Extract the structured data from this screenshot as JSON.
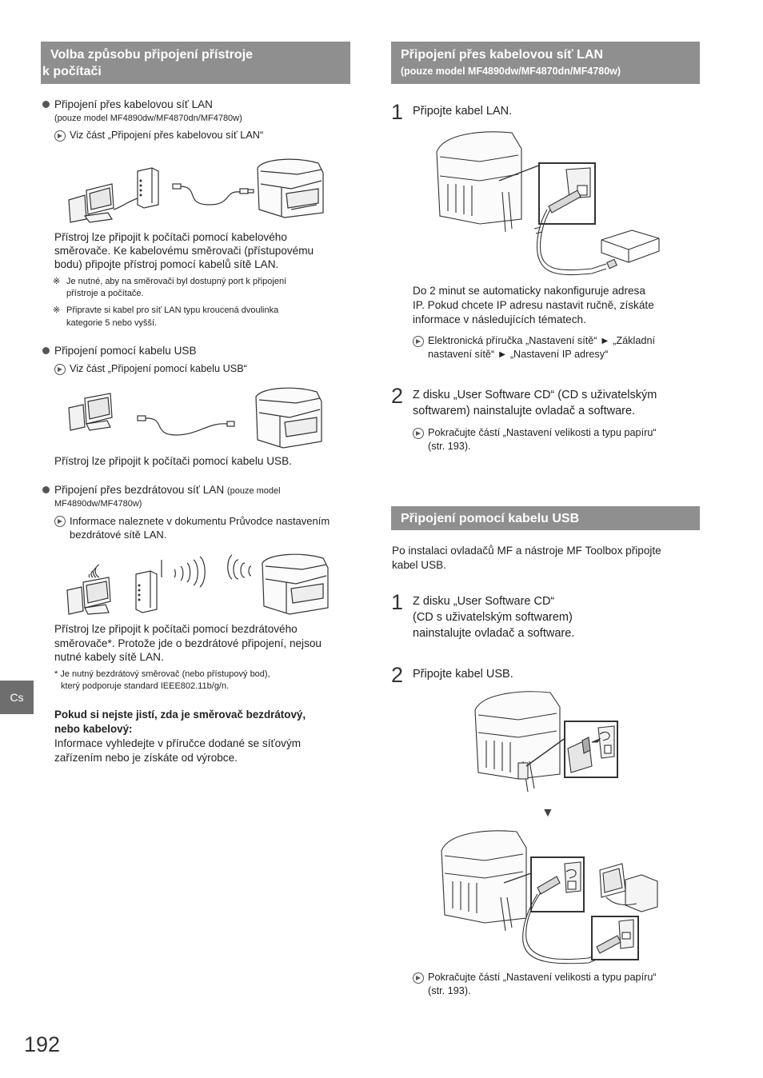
{
  "left": {
    "header": "Volba způsobu připojení přístroje",
    "header_line2": "k počítači",
    "lan": {
      "title": "Připojení přes kabelovou síť LAN",
      "models": "(pouze model MF4890dw/MF4870dn/MF4780w)",
      "ref": "Viz část „Připojení přes kabelovou síť LAN“",
      "desc1": "Přístroj lze připojit k počítači pomocí kabelového",
      "desc2": "směrovače. Ke kabelovému směrovači (přístupovému",
      "desc3": "bodu) připojte přístroj pomocí kabelů sítě LAN.",
      "note1a": "Je nutné, aby na směrovači byl dostupný port k připojení",
      "note1b": "přístroje a počítače.",
      "note2a": "Připravte si kabel pro síť LAN typu kroucená dvoulinka",
      "note2b": "kategorie 5 nebo vyšší.",
      "note_mark": "※"
    },
    "usb": {
      "title": "Připojení pomocí kabelu USB",
      "ref": "Viz část „Připojení pomocí kabelu USB“",
      "desc": "Přístroj lze připojit k počítači pomocí kabelu USB."
    },
    "wlan": {
      "title": "Připojení přes bezdrátovou síť LAN",
      "models_a": "(pouze model",
      "models_b": "MF4890dw/MF4780w)",
      "ref1": "Informace naleznete v dokumentu Průvodce nastavením",
      "ref2": "bezdrátové sítě LAN.",
      "desc1": "Přístroj lze připojit k počítači pomocí bezdrátového",
      "desc2": "směrovače*. Protože jde o bezdrátové připojení, nejsou",
      "desc3": "nutné kabely sítě LAN.",
      "foot1": "* Je nutný bezdrátový směrovač (nebo přístupový bod),",
      "foot2": "který podporuje standard IEEE802.11b/g/n."
    },
    "unsure": {
      "bold1": "Pokud si nejste jistí, zda je směrovač bezdrátový,",
      "bold2": "nebo kabelový:",
      "text1": "Informace vyhledejte v příručce dodané se síťovým",
      "text2": "zařízením nebo je získáte od výrobce."
    }
  },
  "right": {
    "lan_header": "Připojení přes kabelovou síť LAN",
    "lan_header_models": "(pouze model MF4890dw/MF4870dn/MF4780w)",
    "step1_num": "1",
    "step1_text": "Připojte kabel LAN.",
    "step1_desc1": "Do 2 minut se automaticky nakonfiguruje adresa",
    "step1_desc2": "IP. Pokud chcete IP adresu nastavit ručně, získáte",
    "step1_desc3": "informace v následujících tématech.",
    "step1_ref1": "Elektronická příručka „Nastavení sítě“ ► „Základní",
    "step1_ref2": "nastavení sítě“ ► „Nastavení IP adresy“",
    "step2_num": "2",
    "step2_text1": "Z disku „User Software CD“ (CD s uživatelským",
    "step2_text2": "softwarem) nainstalujte ovladač a software.",
    "step2_ref1": "Pokračujte částí „Nastavení velikosti a typu papíru“",
    "step2_ref2": "(str. 193).",
    "usb_header": "Připojení pomocí kabelu USB",
    "usb_intro1": "Po instalaci ovladačů MF a nástroje MF Toolbox připojte",
    "usb_intro2": "kabel USB.",
    "usb_step1_num": "1",
    "usb_step1_a": "Z disku „User Software CD“",
    "usb_step1_b": "(CD s uživatelským softwarem)",
    "usb_step1_c": "nainstalujte ovladač a software.",
    "usb_step2_num": "2",
    "usb_step2_text": "Připojte kabel USB.",
    "usb_arrow": "▼",
    "usb_ref1": "Pokračujte částí „Nastavení velikosti a typu papíru“",
    "usb_ref2": "(str. 193)."
  },
  "page_number": "192",
  "lang_tab": "Cs"
}
